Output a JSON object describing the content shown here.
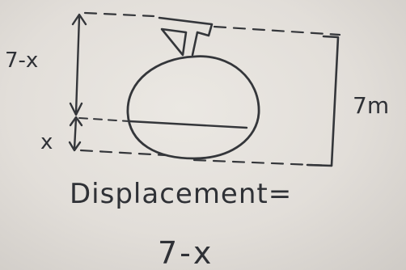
{
  "labels": {
    "upper_height": "7-x",
    "lower_height": "x",
    "total_height": "7m",
    "equation_lhs": "Displacement=",
    "equation_rhs": "7-x"
  },
  "colors": {
    "paper": "#e6e2dd",
    "ink": "#34363a"
  }
}
